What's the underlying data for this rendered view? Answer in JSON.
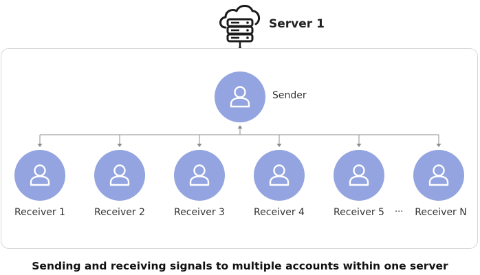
{
  "server": {
    "title": "Server 1",
    "icon": "cloud-server-icon"
  },
  "sender": {
    "label": "Sender",
    "icon": "user-icon"
  },
  "receivers": [
    {
      "label": "Receiver 1"
    },
    {
      "label": "Receiver 2"
    },
    {
      "label": "Receiver 3"
    },
    {
      "label": "Receiver 4"
    },
    {
      "label": "Receiver 5"
    },
    {
      "label": "Receiver N"
    }
  ],
  "ellipsis": "···",
  "caption": "Sending and receiving signals to multiple accounts within one server",
  "colors": {
    "node_fill": "#93a4e0",
    "connector": "#8c8c8c",
    "panel_border": "#d7d7d7"
  }
}
